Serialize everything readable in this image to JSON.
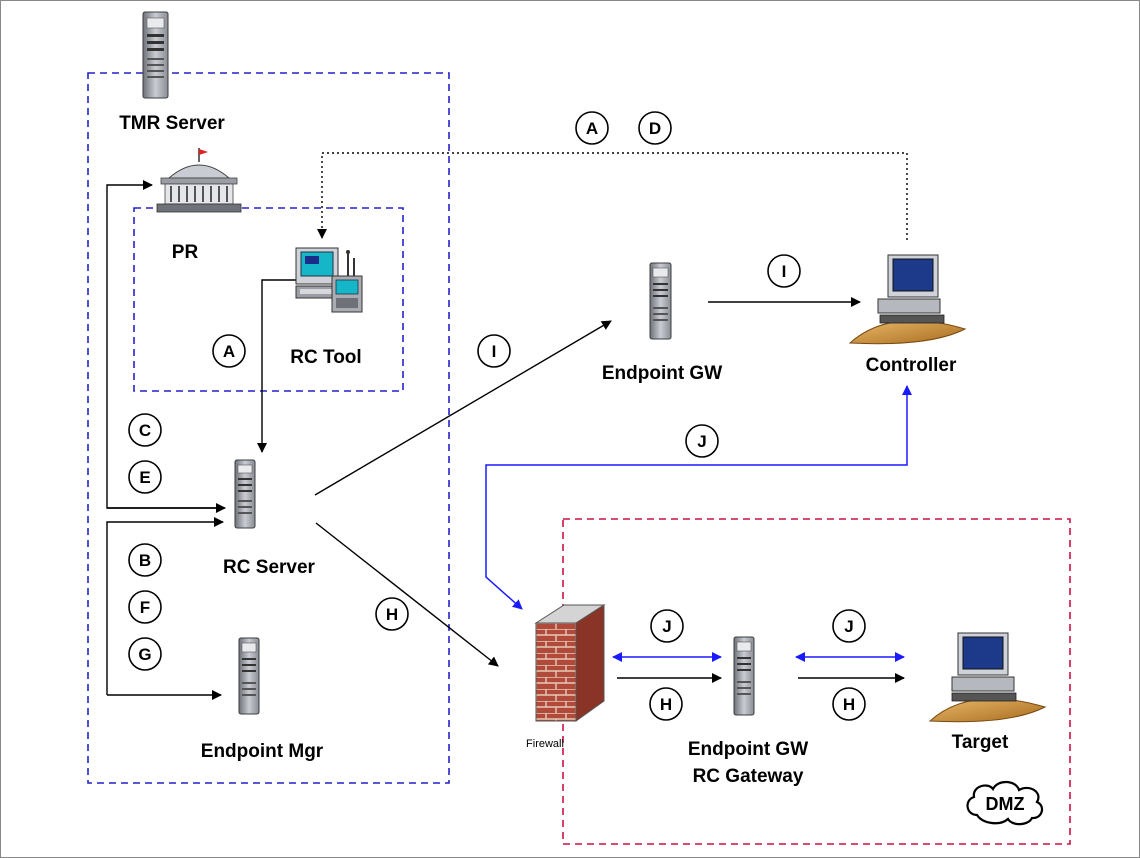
{
  "nodes": {
    "tmr_server": "TMR Server",
    "pr": "PR",
    "rc_tool": "RC Tool",
    "rc_server": "RC Server",
    "endpoint_mgr": "Endpoint Mgr",
    "endpoint_gw_top": "Endpoint GW",
    "controller": "Controller",
    "firewall": "Firewall",
    "endpoint_gw_dmz_line1": "Endpoint GW",
    "endpoint_gw_dmz_line2": "RC Gateway",
    "target": "Target",
    "dmz": "DMZ"
  },
  "step_markers": {
    "top_a": "A",
    "top_d": "D",
    "inner_a": "A",
    "c": "C",
    "e": "E",
    "b": "B",
    "f": "F",
    "g": "G",
    "h_mid": "H",
    "i_left": "I",
    "i_right": "I",
    "j_top": "J",
    "j_fw": "J",
    "h_fw": "H",
    "j_target": "J",
    "h_target": "H"
  },
  "colors": {
    "tmr_region_border": "#2222cc",
    "dmz_region_border": "#cc1144",
    "blue_flow": "#1a1aff",
    "black_flow": "#000000"
  }
}
